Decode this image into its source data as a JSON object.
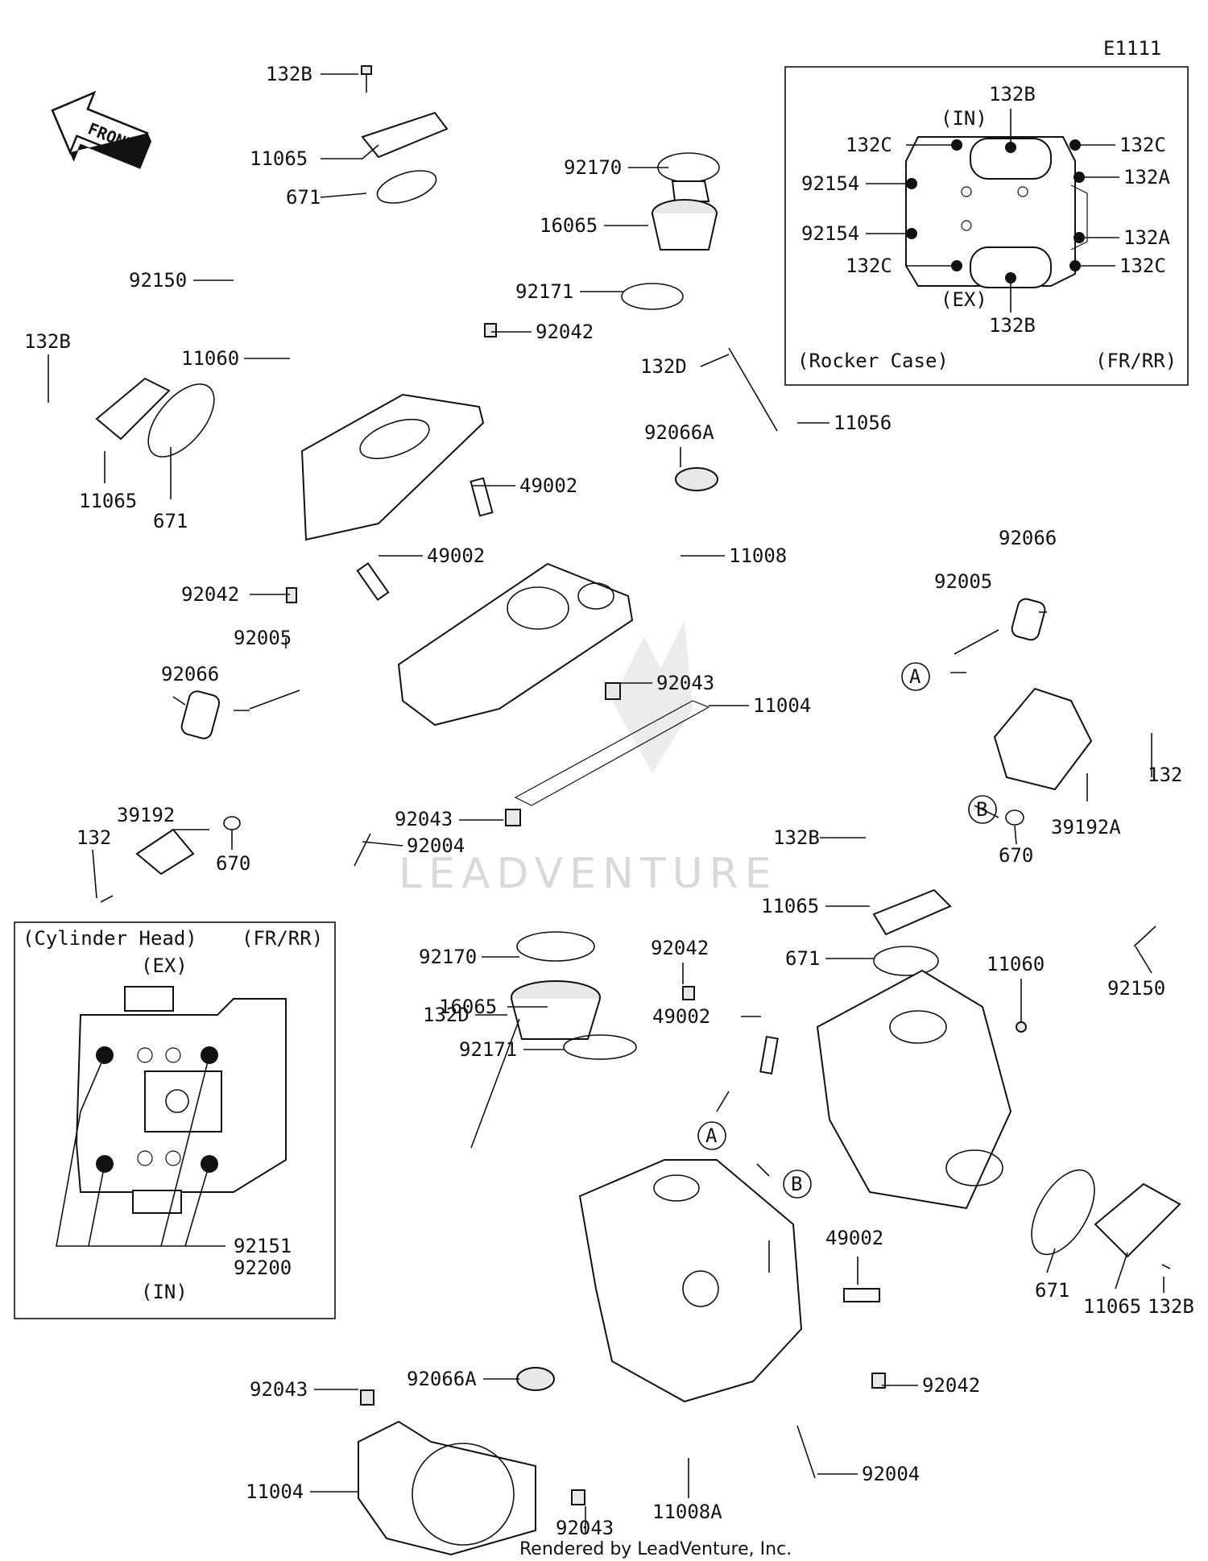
{
  "figure_code": "E1111",
  "front_label": "FRONT",
  "watermark": "LEADVENTURE",
  "footer": "Rendered by LeadVenture, Inc.",
  "rocker_case_inset": {
    "title": "(Rocker Case)",
    "variant": "(FR/RR)",
    "in_label": "(IN)",
    "ex_label": "(EX)",
    "labels": [
      "132B",
      "132C",
      "132C",
      "92154",
      "132A",
      "92154",
      "132A",
      "132C",
      "132C",
      "132B"
    ]
  },
  "cylinder_head_inset": {
    "title": "(Cylinder Head)",
    "variant": "(FR/RR)",
    "ex_label": "(EX)",
    "in_label": "(IN)",
    "labels": [
      "92151",
      "92200"
    ]
  },
  "part_labels": {
    "p01": "132B",
    "p02": "11065",
    "p03": "671",
    "p04": "92170",
    "p05": "16065",
    "p06": "92171",
    "p07": "92150",
    "p08": "92042",
    "p09": "132B",
    "p10": "11060",
    "p11": "132D",
    "p12": "92066A",
    "p13": "11056",
    "p14": "11065",
    "p15": "671",
    "p16": "49002",
    "p17": "49002",
    "p18": "11008",
    "p19": "92042",
    "p20": "92005",
    "p21": "92066",
    "p22": "92043",
    "p23": "11004",
    "p24": "92066",
    "p25": "92005",
    "p26": "A",
    "p27": "39192",
    "p28": "132",
    "p29": "670",
    "p30": "92043",
    "p31": "92004",
    "p32": "132",
    "p33": "B",
    "p34": "670",
    "p35": "39192A",
    "p36": "132B",
    "p37": "11065",
    "p38": "671",
    "p39": "11060",
    "p40": "92150",
    "p41": "92170",
    "p42": "92042",
    "p43": "16065",
    "p44": "92171",
    "p45": "132D",
    "p46": "49002",
    "p47": "A",
    "p48": "B",
    "p49": "49002",
    "p50": "671",
    "p51": "11065",
    "p52": "132B",
    "p53": "92066A",
    "p54": "92043",
    "p55": "92042",
    "p56": "11004",
    "p57": "92004",
    "p58": "92043",
    "p59": "11008A"
  },
  "colors": {
    "ink": "#111111",
    "watermark": "#d9d9d9",
    "background": "#ffffff"
  }
}
